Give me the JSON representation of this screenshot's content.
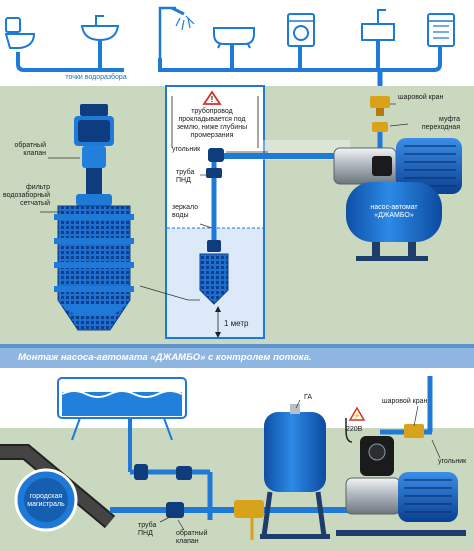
{
  "colors": {
    "pipe": "#1e7ad6",
    "tank": "#1565c0",
    "ground": "#c9d8bf",
    "water": "#dbe9f8",
    "brass": "#d9a21b",
    "banner": "#8fb6e0"
  },
  "top": {
    "points_label": "точки водоразбора"
  },
  "upper": {
    "check_valve": "обратный\nклапан",
    "filter": "фильтр\nводозаборный\nсетчатый",
    "warning": "трубопровод\nпрокладывается под\nземлю, ниже глубины\nпромерзания",
    "elbow": "угольник",
    "pnd_pipe": "труба\nПНД",
    "water_mirror": "зеркало\nводы",
    "meter": "1 метр",
    "ball_valve": "шаровой кран",
    "coupling": "муфта\nпереходная",
    "pump_name": "насос-автомат\n«ДЖАМБО»"
  },
  "banner": {
    "title": "Монтаж насоса-автомата «ДЖАМБО» с контролем потока."
  },
  "lower": {
    "tower": "водонапорная башня",
    "main": "городская\nмагистраль",
    "pnd_pipe": "труба\nПНД",
    "check_valve": "обратный\nклапан",
    "ga": "ГА",
    "ball_valve": "шаровой кран",
    "voltage": "220В",
    "elbow": "угольник"
  }
}
